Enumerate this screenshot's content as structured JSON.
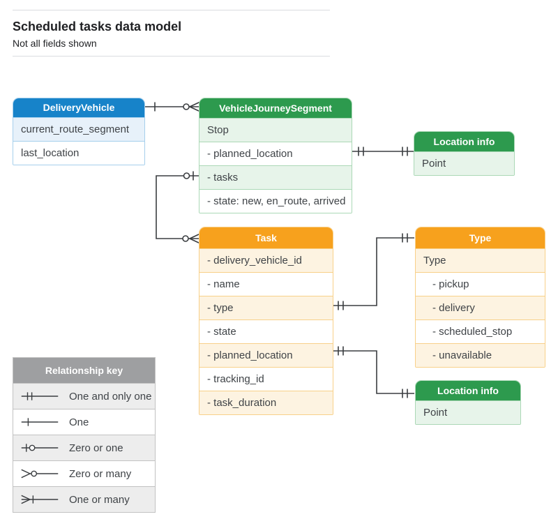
{
  "header": {
    "title": "Scheduled tasks data model",
    "subtitle": "Not all fields shown"
  },
  "entities": {
    "delivery_vehicle": {
      "title": "DeliveryVehicle",
      "rows": [
        "current_route_segment",
        "last_location"
      ]
    },
    "vehicle_journey_segment": {
      "title": "VehicleJourneySegment",
      "rows": [
        "Stop",
        "- planned_location",
        "- tasks",
        "- state: new, en_route, arrived"
      ]
    },
    "location_info_segment": {
      "title": "Location info",
      "rows": [
        "Point"
      ]
    },
    "task": {
      "title": "Task",
      "rows": [
        "- delivery_vehicle_id",
        "- name",
        "- type",
        "- state",
        "- planned_location",
        "- tracking_id",
        "- task_duration"
      ]
    },
    "task_type": {
      "title": "Type",
      "rows": [
        "Type",
        "- pickup",
        "- delivery",
        "- scheduled_stop",
        "- unavailable"
      ]
    },
    "location_info_task": {
      "title": "Location info",
      "rows": [
        "Point"
      ]
    }
  },
  "legend": {
    "title": "Relationship key",
    "items": [
      {
        "label": "One and only one",
        "symbol": "one-and-only-one"
      },
      {
        "label": "One",
        "symbol": "one"
      },
      {
        "label": "Zero or one",
        "symbol": "zero-or-one"
      },
      {
        "label": "Zero or many",
        "symbol": "zero-or-many"
      },
      {
        "label": "One or many",
        "symbol": "one-or-many"
      }
    ]
  },
  "relationships": [
    {
      "from": "DeliveryVehicle",
      "to": "VehicleJourneySegment",
      "from_cardinality": "one",
      "to_cardinality": "zero or many"
    },
    {
      "from": "VehicleJourneySegment.planned_location",
      "to": "Location info",
      "from_cardinality": "one and only one",
      "to_cardinality": "one and only one"
    },
    {
      "from": "VehicleJourneySegment.tasks",
      "to": "Task",
      "from_cardinality": "zero or one",
      "to_cardinality": "zero or many"
    },
    {
      "from": "Task.type",
      "to": "Type",
      "from_cardinality": "one and only one",
      "to_cardinality": "one and only one"
    },
    {
      "from": "Task.planned_location",
      "to": "Location info",
      "from_cardinality": "one and only one",
      "to_cardinality": "one and only one"
    }
  ],
  "colors": {
    "blue_header": "#1783c9",
    "green_header": "#2d9a4e",
    "orange_header": "#f7a11d",
    "gray_header": "#9e9fa1",
    "blue_tint": "#e7f1fa",
    "green_tint": "#e7f4ea",
    "orange_tint": "#fdf3e1",
    "gray_tint": "#ededed",
    "line": "#3a3d40"
  }
}
